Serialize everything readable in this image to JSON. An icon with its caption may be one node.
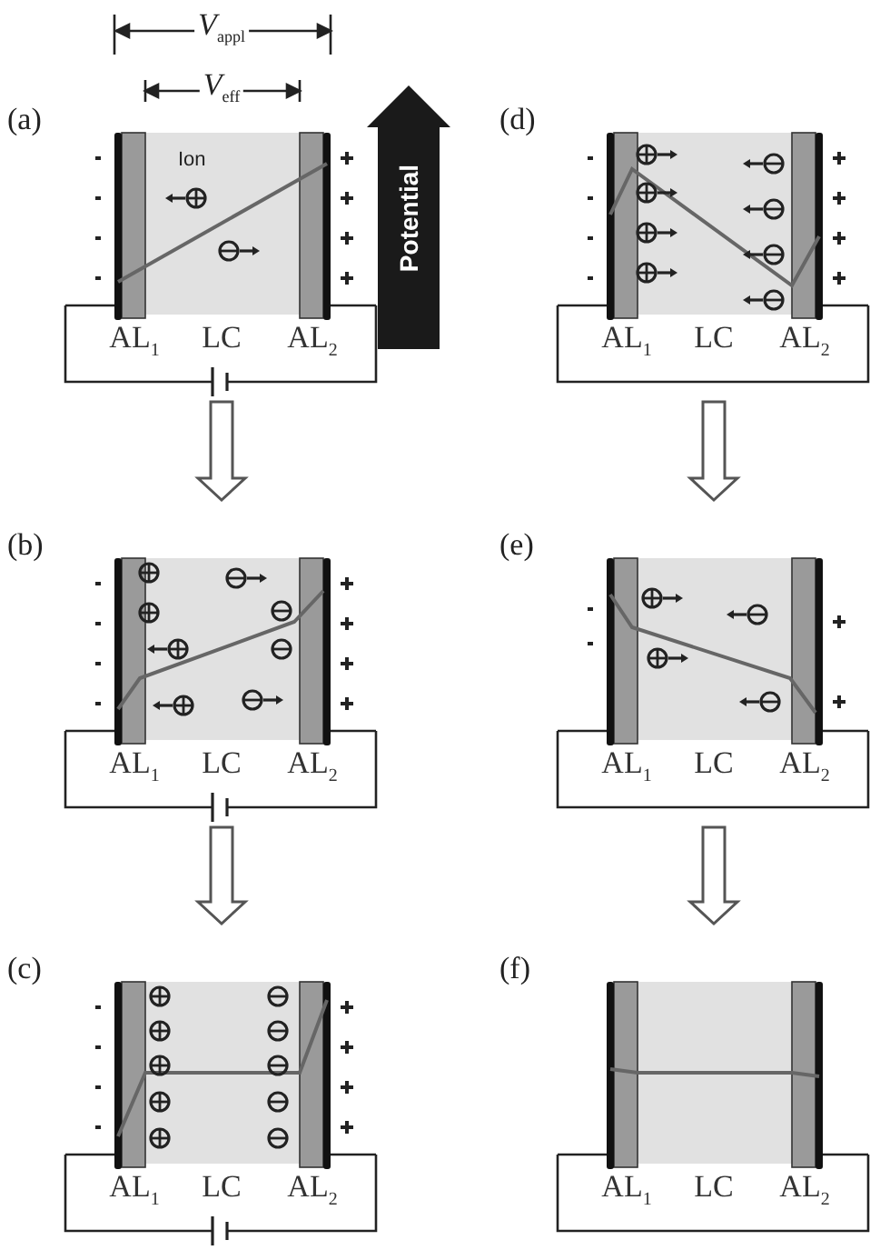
{
  "diagram": {
    "nodes": [
      {
        "text": [
          "AL$_{1}$",
          "LC",
          "AL$_{2}$"
        ],
        "beside": [
          "(a)"
        ]
      },
      {
        "text": [
          "AL$_{1}$",
          "LC",
          "AL$_{2}$"
        ],
        "beside": [
          "(b)"
        ]
      },
      {
        "text": [
          "AL$_{1}$",
          "LC",
          "AL$_{2}$"
        ],
        "beside": [
          "(c)"
        ]
      },
      {
        "text": [
          "AL$_{1}$",
          "LC",
          "AL$_{2}$"
        ],
        "beside": [
          "(d)"
        ]
      },
      {
        "text": [
          "AL$_{1}$",
          "LC",
          "AL$_{2}$"
        ],
        "beside": [
          "(e)"
        ]
      },
      {
        "text": [
          "AL$_{1}$",
          "LC",
          "AL$_{2}$"
        ],
        "beside": [
          "(f)"
        ]
      }
    ],
    "edges": [
      {
        "from": 0,
        "to": 1,
        "arrow": "to"
      },
      {
        "from": 1,
        "to": 2,
        "arrow": "to"
      },
      {
        "from": 3,
        "to": 4,
        "arrow": "to"
      },
      {
        "from": 4,
        "to": 5,
        "arrow": "to"
      }
    ],
    "labels": [
      "V$_{appl}$",
      "V$_{eff}$",
      "Potential",
      "Ion"
    ]
  }
}
